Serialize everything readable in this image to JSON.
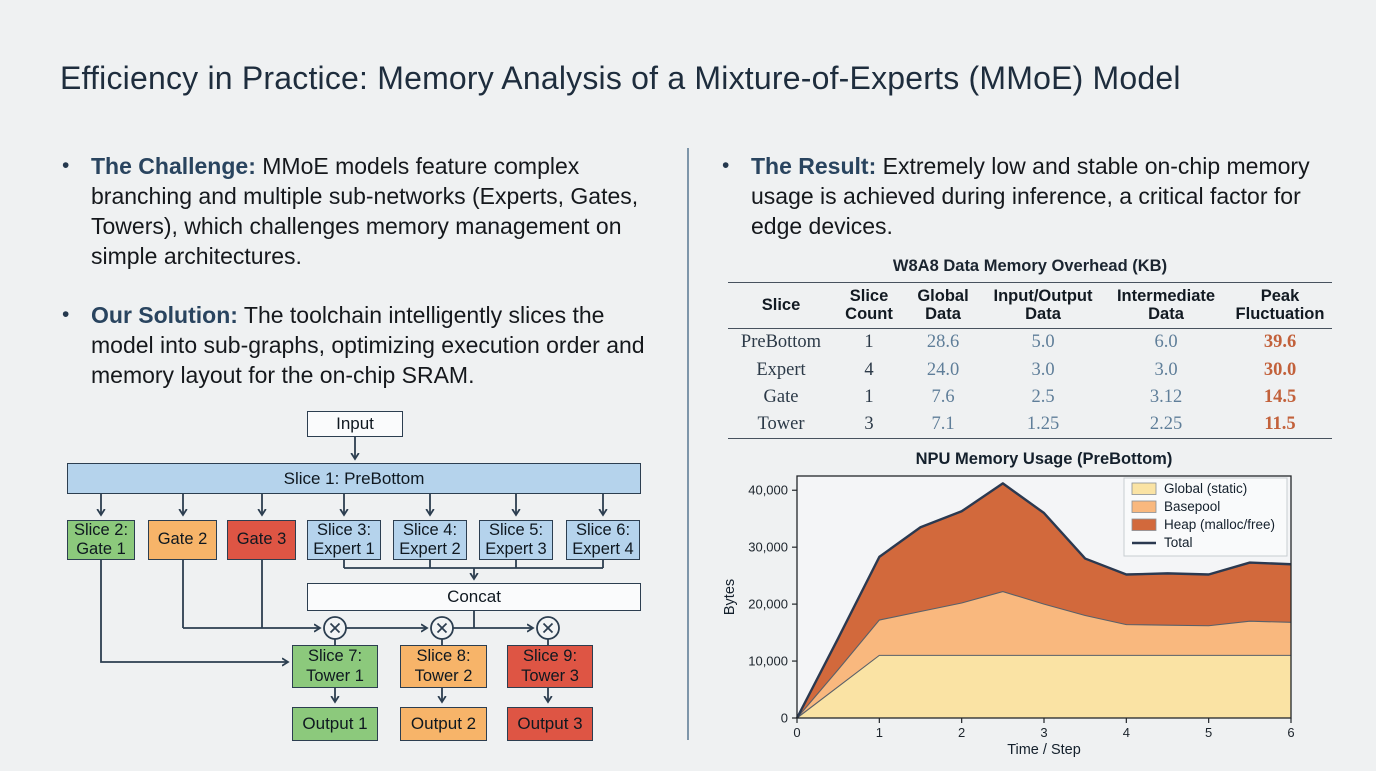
{
  "slide": {
    "title": "Efficiency in Practice: Memory Analysis of a Mixture-of-Experts (MMoE) Model"
  },
  "bullets_left": [
    {
      "lead": "The Challenge:",
      "rest": " MMoE models feature complex branching and multiple sub-networks (Experts, Gates, Towers), which challenges memory management on simple architectures."
    },
    {
      "lead": "Our Solution:",
      "rest": " The toolchain intelligently slices the model into sub-graphs, optimizing execution order and memory layout for the on-chip SRAM."
    }
  ],
  "bullets_right": [
    {
      "lead": "The Result:",
      "rest": " Extremely low and stable on-chip memory usage is achieved during inference, a critical factor for edge devices."
    }
  ],
  "diagram": {
    "input": "Input",
    "slice1": "Slice 1: PreBottom",
    "gate1": "Slice 2:\nGate 1",
    "gate2": "Gate 2",
    "gate3": "Gate 3",
    "expert1": "Slice 3:\nExpert 1",
    "expert2": "Slice 4:\nExpert 2",
    "expert3": "Slice 5:\nExpert 3",
    "expert4": "Slice 6:\nExpert 4",
    "concat": "Concat",
    "tower1": "Slice 7:\nTower 1",
    "tower2": "Slice 8:\nTower 2",
    "tower3": "Slice 9:\nTower 3",
    "output1": "Output 1",
    "output2": "Output 2",
    "output3": "Output 3",
    "colors": {
      "gate_green": "#8cc97c",
      "gate_orange": "#f7b469",
      "gate_red": "#de5544",
      "slice_blue": "#b5d3ec",
      "line": "#2c3e50"
    }
  },
  "table": {
    "title": "W8A8 Data Memory Overhead (KB)",
    "headers": [
      "Slice",
      "Slice\nCount",
      "Global\nData",
      "Input/Output\nData",
      "Intermediate\nData",
      "Peak\nFluctuation"
    ],
    "rows": [
      [
        "PreBottom",
        "1",
        "28.6",
        "5.0",
        "6.0",
        "39.6"
      ],
      [
        "Expert",
        "4",
        "24.0",
        "3.0",
        "3.0",
        "30.0"
      ],
      [
        "Gate",
        "1",
        "7.6",
        "2.5",
        "3.12",
        "14.5"
      ],
      [
        "Tower",
        "3",
        "7.1",
        "1.25",
        "2.25",
        "11.5"
      ]
    ],
    "accent_value_color": "#5f7e99",
    "peak_color": "#c2613b"
  },
  "chart_data": {
    "type": "area",
    "stacked": true,
    "title": "NPU Memory Usage (PreBottom)",
    "xlabel": "Time / Step",
    "ylabel": "Bytes",
    "x": [
      0,
      0.5,
      1,
      1.5,
      2,
      2.5,
      3,
      3.5,
      4,
      4.5,
      5,
      5.5,
      6
    ],
    "series": [
      {
        "name": "Global (static)",
        "kind": "area",
        "color": "#fae3a4",
        "values": [
          0,
          5500,
          11000,
          11000,
          11000,
          11000,
          11000,
          11000,
          11000,
          11000,
          11000,
          11000,
          11000
        ]
      },
      {
        "name": "Basepool",
        "kind": "area",
        "color": "#f9b87e",
        "values": [
          0,
          3000,
          6200,
          7700,
          9200,
          11200,
          9000,
          7000,
          5400,
          5300,
          5200,
          6000,
          5800
        ]
      },
      {
        "name": "Heap (malloc/free)",
        "kind": "area",
        "color": "#d2693c",
        "values": [
          0,
          5500,
          11100,
          14800,
          16100,
          19000,
          16000,
          10000,
          8800,
          9100,
          9000,
          10300,
          10200
        ]
      },
      {
        "name": "Total",
        "kind": "line",
        "color": "#2b3950",
        "values": [
          0,
          14000,
          28300,
          33500,
          36300,
          41200,
          36000,
          28000,
          25200,
          25400,
          25200,
          27300,
          27000
        ]
      }
    ],
    "xlim": [
      0,
      6
    ],
    "ylim": [
      0,
      42500
    ],
    "xticks": [
      0,
      1,
      2,
      3,
      4,
      5,
      6
    ],
    "xtick_labels": [
      "0",
      "1",
      "2",
      "3",
      "4",
      "5",
      "6"
    ],
    "yticks": [
      0,
      10000,
      20000,
      30000,
      40000
    ],
    "ytick_labels": [
      "0",
      "10,000",
      "20,000",
      "30,000",
      "40,000"
    ],
    "legend_position": "top-right",
    "grid": false
  }
}
